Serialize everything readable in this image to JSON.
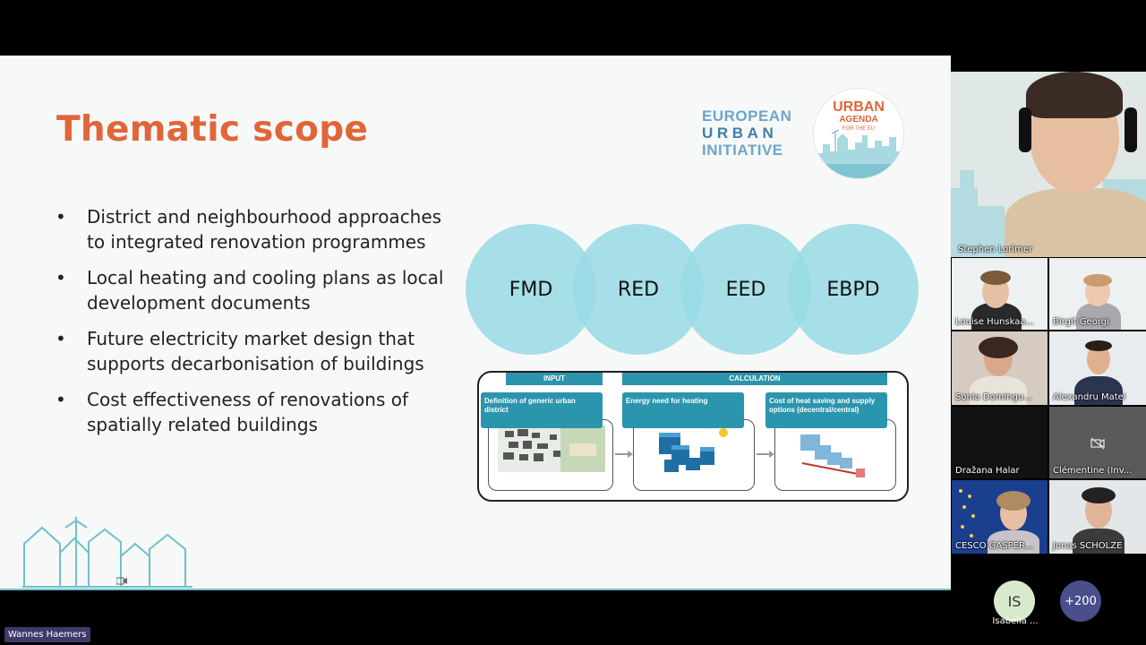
{
  "slide": {
    "title": "Thematic scope",
    "logo_eui": [
      "EUROPEAN",
      "URBAN",
      "INITIATIVE"
    ],
    "logo_ua": [
      "URBAN",
      "AGENDA",
      "FOR THE EU"
    ],
    "bullets": [
      "District and neighbourhood approaches to integrated renovation programmes",
      "Local heating and cooling plans as local development documents",
      "Future electricity market design that supports decarbonisation of buildings",
      "Cost effectiveness of renovations of spatially related buildings"
    ],
    "circles": [
      "FMD",
      "RED",
      "EED",
      "EBPD"
    ],
    "diagram": {
      "headers": [
        "INPUT",
        "CALCULATION"
      ],
      "boxes": [
        "Definition of generic urban district",
        "Energy need for heating",
        "Cost of heat saving and supply options (decentral/central)"
      ]
    }
  },
  "participants": {
    "main": "Stephen Lorimer",
    "tiles": [
      "Louise Hunskaa...",
      "Birgit Georgi",
      "Sonia Domingu...",
      "Alexandru Matei",
      "Dražana Halar",
      "Clémentine (Inv...",
      "CESCO GASPER...",
      "Jonas SCHOLZE"
    ],
    "avatar_initials": "IS",
    "avatar_name": "Isabella ...",
    "more_count": "+200"
  },
  "presenter": "Wannes Haemers",
  "colors": {
    "title": "#e0663a",
    "circle": "#98dbe4",
    "diagram_head": "#2b95ad",
    "more_badge": "#4a4f8c"
  }
}
